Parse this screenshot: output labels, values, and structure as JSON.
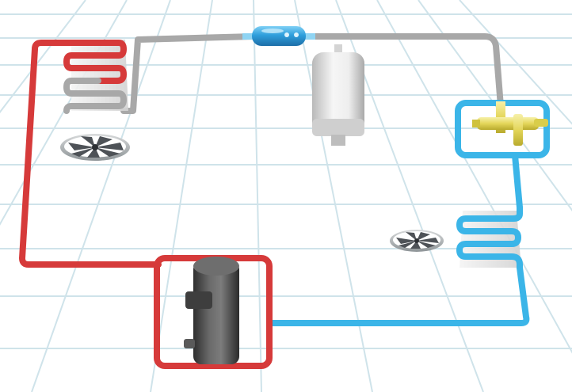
{
  "diagram": {
    "components": [
      {
        "name": "condenser-coil"
      },
      {
        "name": "condenser-fan"
      },
      {
        "name": "filter-drier"
      },
      {
        "name": "accumulator-tank"
      },
      {
        "name": "expansion-valve"
      },
      {
        "name": "evaporator-fan"
      },
      {
        "name": "evaporator-coil"
      },
      {
        "name": "compressor"
      }
    ],
    "colors": {
      "hot_high_pressure": "#d63a3a",
      "warm_liquid_line": "#a8a8a8",
      "cold_low_pressure": "#3bb5e8",
      "grid": "#cfe3ea",
      "valve_body": "#e8dd6a",
      "compressor_body": "#4a4a4a",
      "accumulator_body": "#e6e6e6",
      "filter_drier_body": "#2f8fcf",
      "fan_blades": "#4e5257"
    }
  }
}
